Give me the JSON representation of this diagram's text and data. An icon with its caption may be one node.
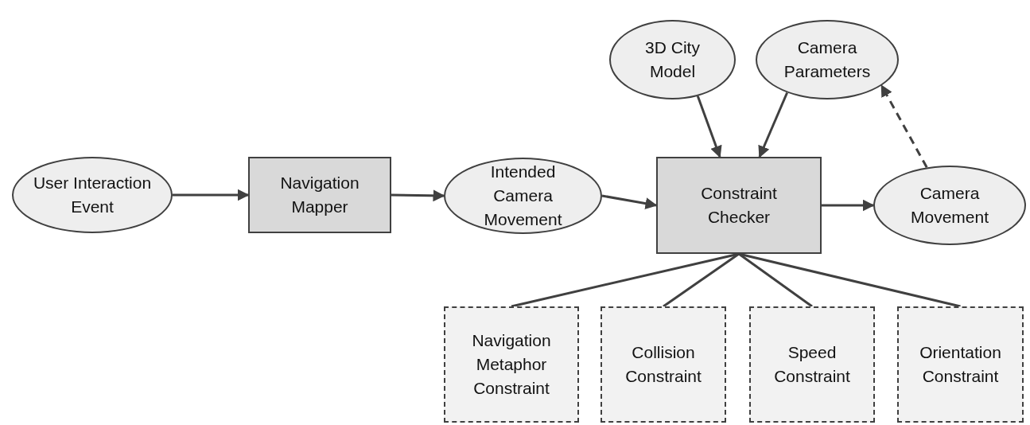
{
  "diagram": {
    "nodes": [
      {
        "text": [
          "User Interaction Event"
        ]
      },
      {
        "text": [
          "Navigation Mapper"
        ]
      },
      {
        "text": [
          "Intended Camera Movement"
        ]
      },
      {
        "text": [
          "Constraint Checker"
        ]
      },
      {
        "text": [
          "3D City Model"
        ]
      },
      {
        "text": [
          "Camera Parameters"
        ]
      },
      {
        "text": [
          "Camera Movement"
        ]
      },
      {
        "text": [
          "Navigation Metaphor Constraint"
        ]
      },
      {
        "text": [
          "Collision Constraint"
        ]
      },
      {
        "text": [
          "Speed Constraint"
        ]
      },
      {
        "text": [
          "Orientation Constraint"
        ]
      }
    ],
    "edges": [
      {
        "from": 0,
        "to": 1,
        "arrow": "to"
      },
      {
        "from": 1,
        "to": 2,
        "arrow": "to"
      },
      {
        "from": 2,
        "to": 3,
        "arrow": "to"
      },
      {
        "from": 3,
        "to": 6,
        "arrow": "to"
      },
      {
        "from": 4,
        "to": 3,
        "arrow": "to"
      },
      {
        "from": 5,
        "to": 3,
        "arrow": "to"
      },
      {
        "from": 6,
        "to": 5,
        "arrow": "to",
        "style": "dashed"
      },
      {
        "from": 3,
        "to": 7,
        "arrow": "none"
      },
      {
        "from": 3,
        "to": 8,
        "arrow": "none"
      },
      {
        "from": 3,
        "to": 9,
        "arrow": "none"
      },
      {
        "from": 3,
        "to": 10,
        "arrow": "none"
      }
    ]
  }
}
